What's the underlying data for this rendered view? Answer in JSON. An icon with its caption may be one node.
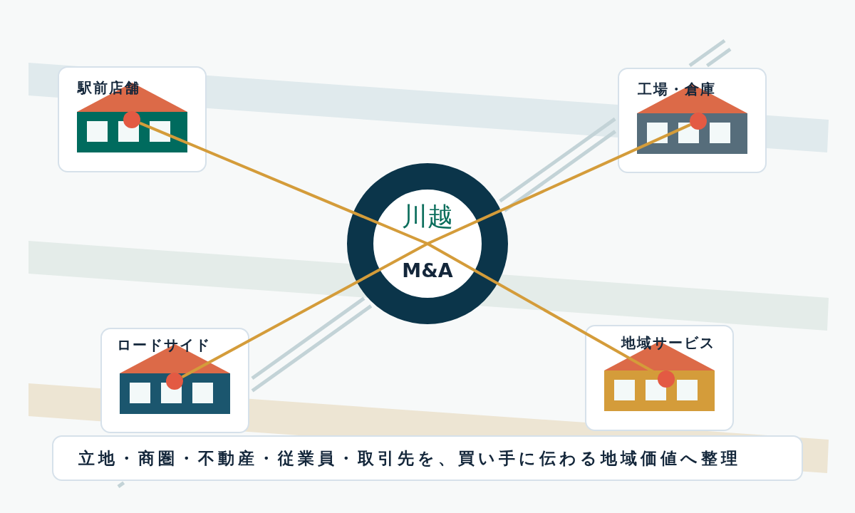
{
  "diagram": {
    "nodes": [
      {
        "text": [
          "駅前店舗"
        ]
      },
      {
        "text": [],
        "shape": "circle",
        "in": 0
      },
      {
        "text": [
          "工場・倉庫"
        ]
      },
      {
        "text": [],
        "shape": "circle",
        "in": 2
      },
      {
        "text": [
          "川越",
          "M&A"
        ]
      },
      {
        "text": [
          "ロードサイド"
        ]
      },
      {
        "text": [],
        "shape": "circle",
        "in": 5
      },
      {
        "text": [
          "地域サービス"
        ]
      },
      {
        "text": [],
        "shape": "circle",
        "in": 7
      },
      {
        "text": [
          "立地・商圏・不動産・従業員・取引先を、買い手に伝わる地域価値へ整理"
        ]
      }
    ],
    "edges": [
      {
        "from": 1,
        "to": 4,
        "arrow": "none"
      },
      {
        "from": 3,
        "to": 4,
        "arrow": "none"
      },
      {
        "from": 6,
        "to": 4,
        "arrow": "none"
      },
      {
        "from": 8,
        "to": 4,
        "arrow": "none"
      }
    ]
  }
}
